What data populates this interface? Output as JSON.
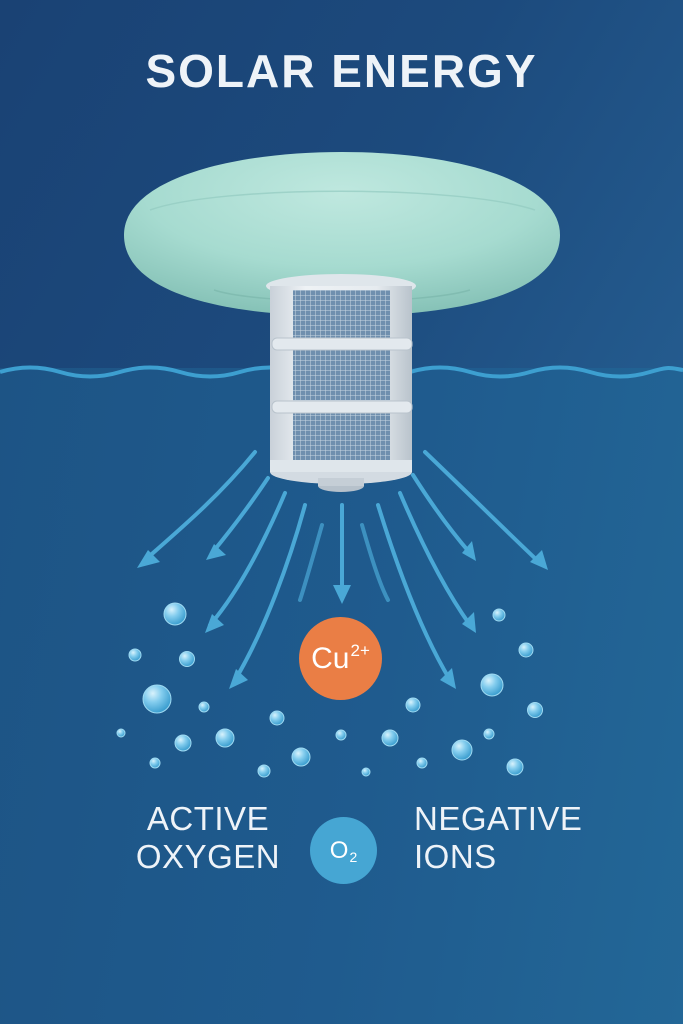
{
  "title": "SOLAR ENERGY",
  "badges": {
    "copper": {
      "base": "Cu",
      "superscript": "2+",
      "color": "#ea7e45"
    },
    "oxygen": {
      "base": "O",
      "subscript": "2",
      "color": "#46a6d3"
    }
  },
  "labels": {
    "left": {
      "line1": "ACTIVE",
      "line2": "OXYGEN"
    },
    "right": {
      "line1": "NEGATIVE",
      "line2": "IONS"
    }
  },
  "colors": {
    "background_top": "#1b4677",
    "background_bottom": "#1f5c8f",
    "float_body": "#a8ddd2",
    "water_line": "#3d9fd0",
    "arrows": "#4aa8d6",
    "bubbles": "#7cc8ea",
    "text": "#eef3f8"
  },
  "illustration": {
    "device": "floating solar pool ionizer",
    "parts": [
      "float-disc",
      "filter-cage",
      "mesh-panels",
      "bottom-outlet"
    ],
    "arrow_count": 10,
    "bubble_count": 26
  }
}
